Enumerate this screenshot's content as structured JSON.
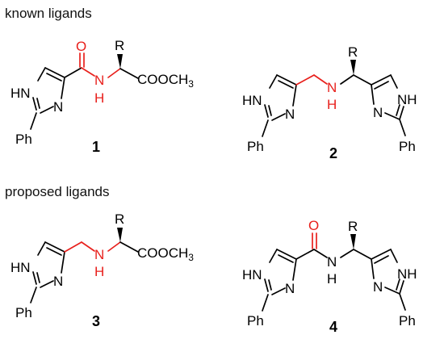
{
  "headings": {
    "known": "known ligands",
    "proposed": "proposed ligands"
  },
  "atoms": {
    "HN": "HN",
    "N": "N",
    "NH": "NH",
    "H": "H",
    "O": "O",
    "R": "R",
    "Ph": "Ph",
    "ester_main": "COOCH",
    "ester_sub": "3"
  },
  "compounds": [
    {
      "number": "1"
    },
    {
      "number": "2"
    },
    {
      "number": "3"
    },
    {
      "number": "4"
    }
  ],
  "colors": {
    "bond": "#000000",
    "highlight": "#e8201c",
    "background": "#ffffff"
  }
}
